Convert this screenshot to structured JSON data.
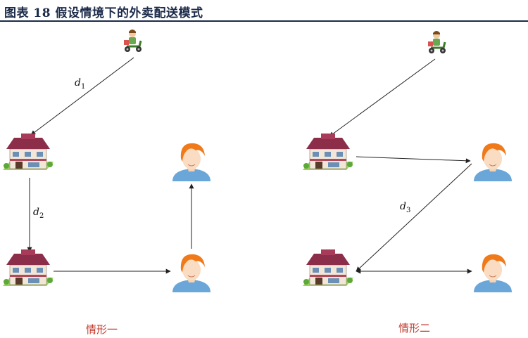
{
  "header": {
    "title": "图表 18 假设情境下的外卖配送模式"
  },
  "diagram": {
    "scenario1": {
      "caption": "情形一",
      "d1": {
        "base": "d",
        "sub": "1"
      },
      "d2": {
        "base": "d",
        "sub": "2"
      }
    },
    "scenario2": {
      "caption": "情形二",
      "d3": {
        "base": "d",
        "sub": "3"
      }
    }
  },
  "icons": {
    "rider": "scooter-rider-icon",
    "store": "restaurant-building-icon",
    "customer": "customer-avatar-icon"
  },
  "colors": {
    "title": "#1c2b4a",
    "caption": "#c0392b",
    "hair": "#f07a1a",
    "shirt": "#6aa7d8",
    "roof": "#8c2d4a"
  }
}
